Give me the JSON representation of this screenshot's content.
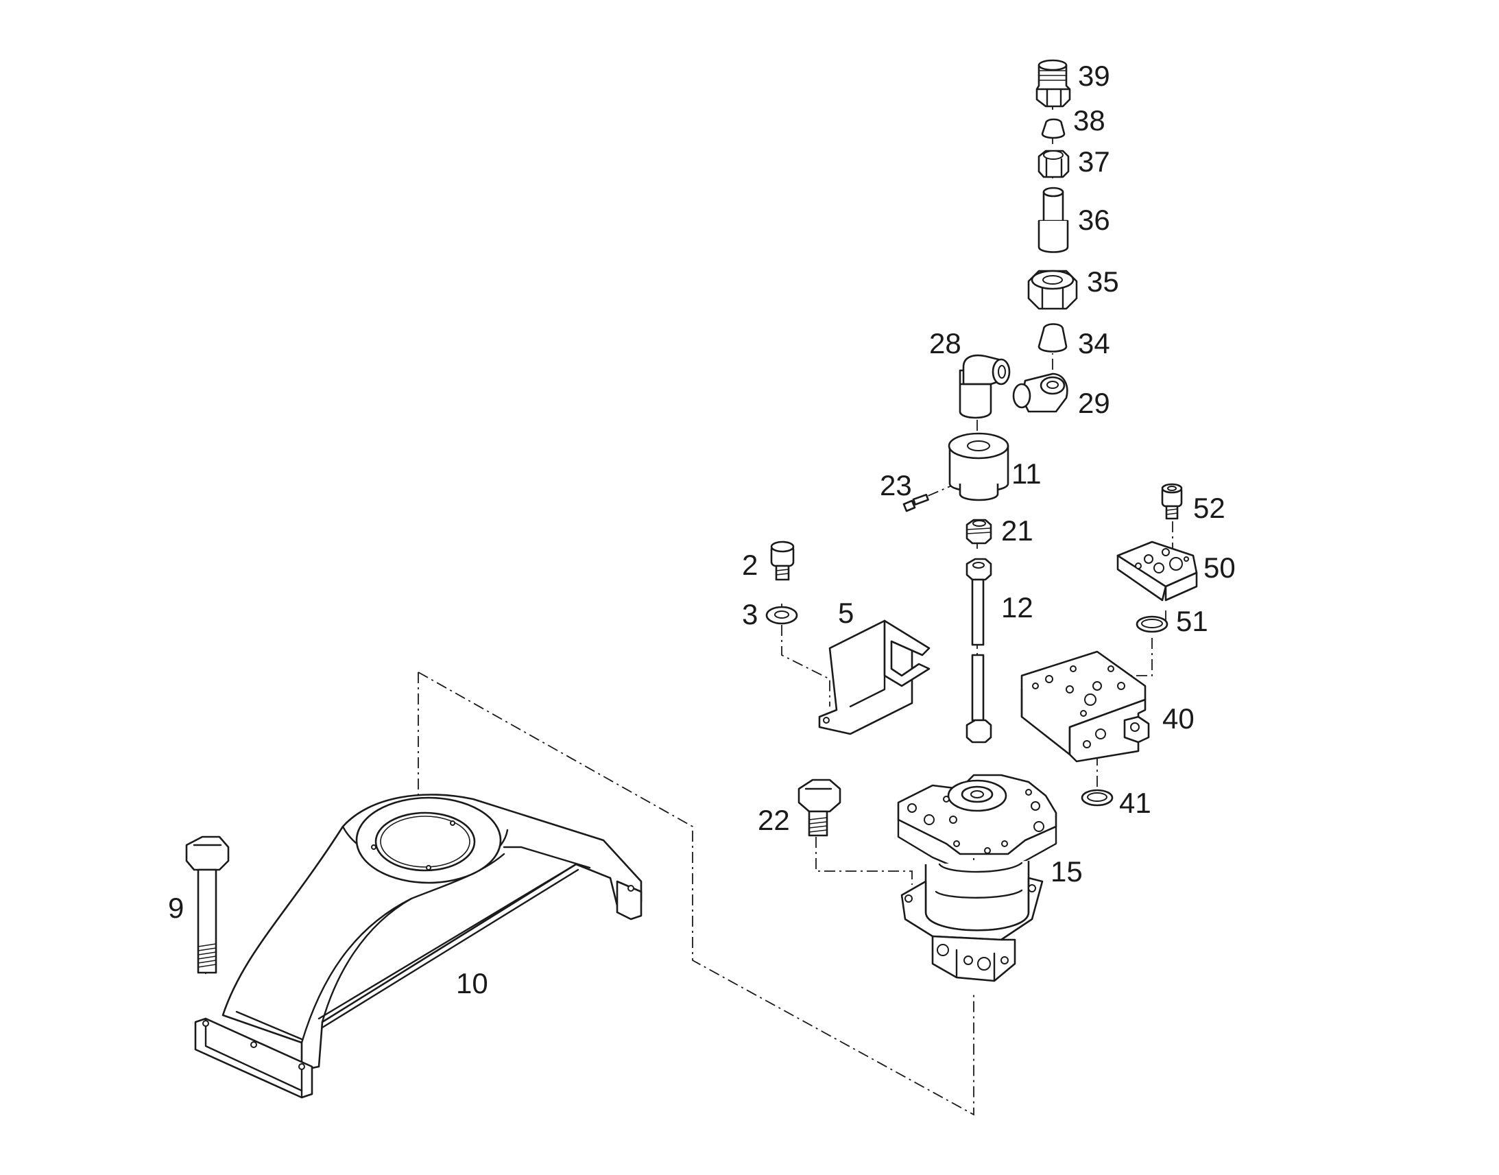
{
  "labels": {
    "p2": "2",
    "p3": "3",
    "p5": "5",
    "p9": "9",
    "p10": "10",
    "p11": "11",
    "p12": "12",
    "p15": "15",
    "p21": "21",
    "p22": "22",
    "p23": "23",
    "p28": "28",
    "p29": "29",
    "p34": "34",
    "p35": "35",
    "p36": "36",
    "p37": "37",
    "p38": "38",
    "p39": "39",
    "p40": "40",
    "p41": "41",
    "p50": "50",
    "p51": "51",
    "p52": "52"
  }
}
